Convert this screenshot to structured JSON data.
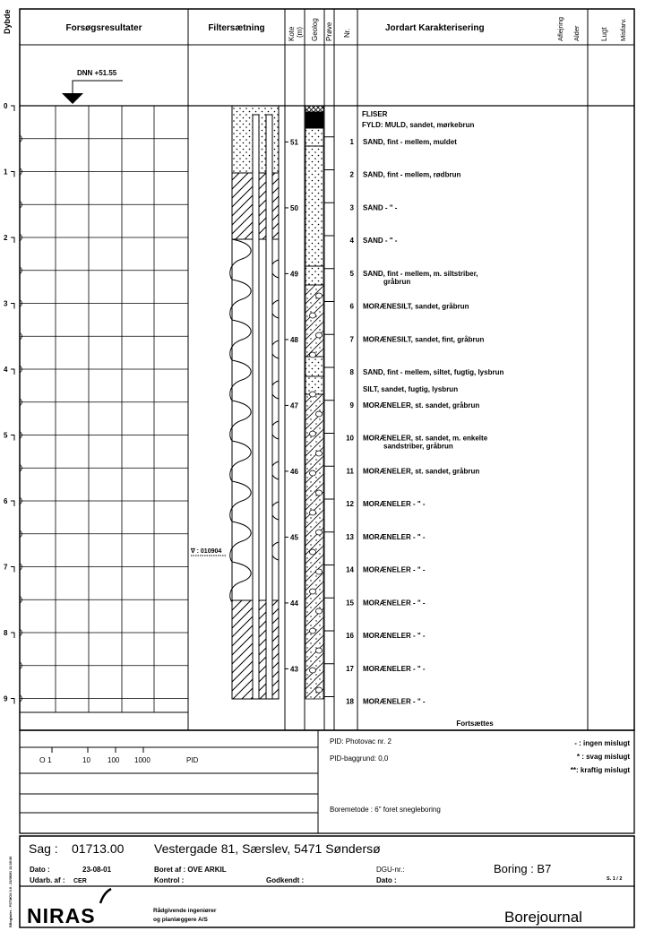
{
  "header": {
    "dybde": "Dybde",
    "forsoegsresultater": "Forsøgsresultater",
    "filtersaetning": "Filtersætning",
    "kote": "Kote",
    "kote_unit": "(m)",
    "geolog": "Geolog",
    "proeve": "Prøve",
    "nr": "Nr.",
    "jordart": "Jordart  Karakterisering",
    "aflejring": "Aflejring",
    "alder": "Alder",
    "lugt": "Lugt",
    "misfarv": "Misfarv."
  },
  "dnn_label": "DNN +51.55",
  "water_level_label": "∇ : 010904",
  "depth_ticks": [
    "0",
    "1",
    "2",
    "3",
    "4",
    "5",
    "6",
    "7",
    "8",
    "9"
  ],
  "kote_ticks": [
    "51",
    "50",
    "49",
    "48",
    "47",
    "46",
    "45",
    "44",
    "43"
  ],
  "layer_notes": [
    {
      "text": "FLISER"
    },
    {
      "text": "FYLD: MULD, sandet, mørkebrun"
    },
    {
      "text": "SILT, sandet, fugtig, lysbrun"
    }
  ],
  "samples": [
    {
      "nr": "1",
      "lines": [
        "SAND, fint - mellem, muldet"
      ]
    },
    {
      "nr": "2",
      "lines": [
        "SAND, fint - mellem, rødbrun"
      ]
    },
    {
      "nr": "3",
      "lines": [
        "SAND   - \" -"
      ]
    },
    {
      "nr": "4",
      "lines": [
        "SAND   - \" -"
      ]
    },
    {
      "nr": "5",
      "lines": [
        "SAND, fint - mellem, m. siltstriber,",
        "gråbrun"
      ]
    },
    {
      "nr": "6",
      "lines": [
        "MORÆNESILT, sandet, gråbrun"
      ]
    },
    {
      "nr": "7",
      "lines": [
        "MORÆNESILT, sandet, fint, gråbrun"
      ]
    },
    {
      "nr": "8",
      "lines": [
        "SAND, fint - mellem, siltet, fugtig, lysbrun"
      ]
    },
    {
      "nr": "9",
      "lines": [
        "MORÆNELER, st. sandet, gråbrun"
      ]
    },
    {
      "nr": "10",
      "lines": [
        "MORÆNELER, st. sandet, m. enkelte",
        "sandstriber, gråbrun"
      ]
    },
    {
      "nr": "11",
      "lines": [
        "MORÆNELER, st. sandet, gråbrun"
      ]
    },
    {
      "nr": "12",
      "lines": [
        "MORÆNELER   - \" -"
      ]
    },
    {
      "nr": "13",
      "lines": [
        "MORÆNELER   - \" -"
      ]
    },
    {
      "nr": "14",
      "lines": [
        "MORÆNELER   - \" -"
      ]
    },
    {
      "nr": "15",
      "lines": [
        "MORÆNELER   - \" -"
      ]
    },
    {
      "nr": "16",
      "lines": [
        "MORÆNELER   - \" -"
      ]
    },
    {
      "nr": "17",
      "lines": [
        "MORÆNELER   - \" -"
      ]
    },
    {
      "nr": "18",
      "lines": [
        "MORÆNELER   - \" -"
      ]
    }
  ],
  "fortsaettes": "Fortsættes",
  "pid": {
    "scale": [
      "O 1",
      "10",
      "100",
      "1000"
    ],
    "scale_label": "PID",
    "instrument": "PID: Photovac nr. 2",
    "baggrund": "PID-baggrund: 0,0",
    "legend": [
      "- : ingen mislugt",
      "* : svag mislugt",
      "**: kraftig mislugt"
    ],
    "boremetode": "Boremetode : 6\" foret snegleboring"
  },
  "footer": {
    "sag_label": "Sag :",
    "sag_value": "01713.00",
    "address": "Vestergade 81, Særslev, 5471 Søndersø",
    "dato_label": "Dato :",
    "dato_value": "23-08-01",
    "boret_af": "Boret af :  OVE ARKIL",
    "dgu_nr": "DGU-nr.:",
    "boring": "Boring : B7",
    "udarb_label": "Udarb. af :",
    "udarb_value": "CER",
    "kontrol": "Kontrol :",
    "godkendt": "Godkendt :",
    "dato2": "Dato :",
    "page": "S. 1 / 2",
    "company_logo": "NIRAS",
    "company_line1": "Rådgivende ingeniører",
    "company_line2": "og planlæggere A/S",
    "doc_type": "Borejournal",
    "side_stamp": "BBoglader - PSTMOX 3.0 - 23/08/01 13:35:30"
  }
}
